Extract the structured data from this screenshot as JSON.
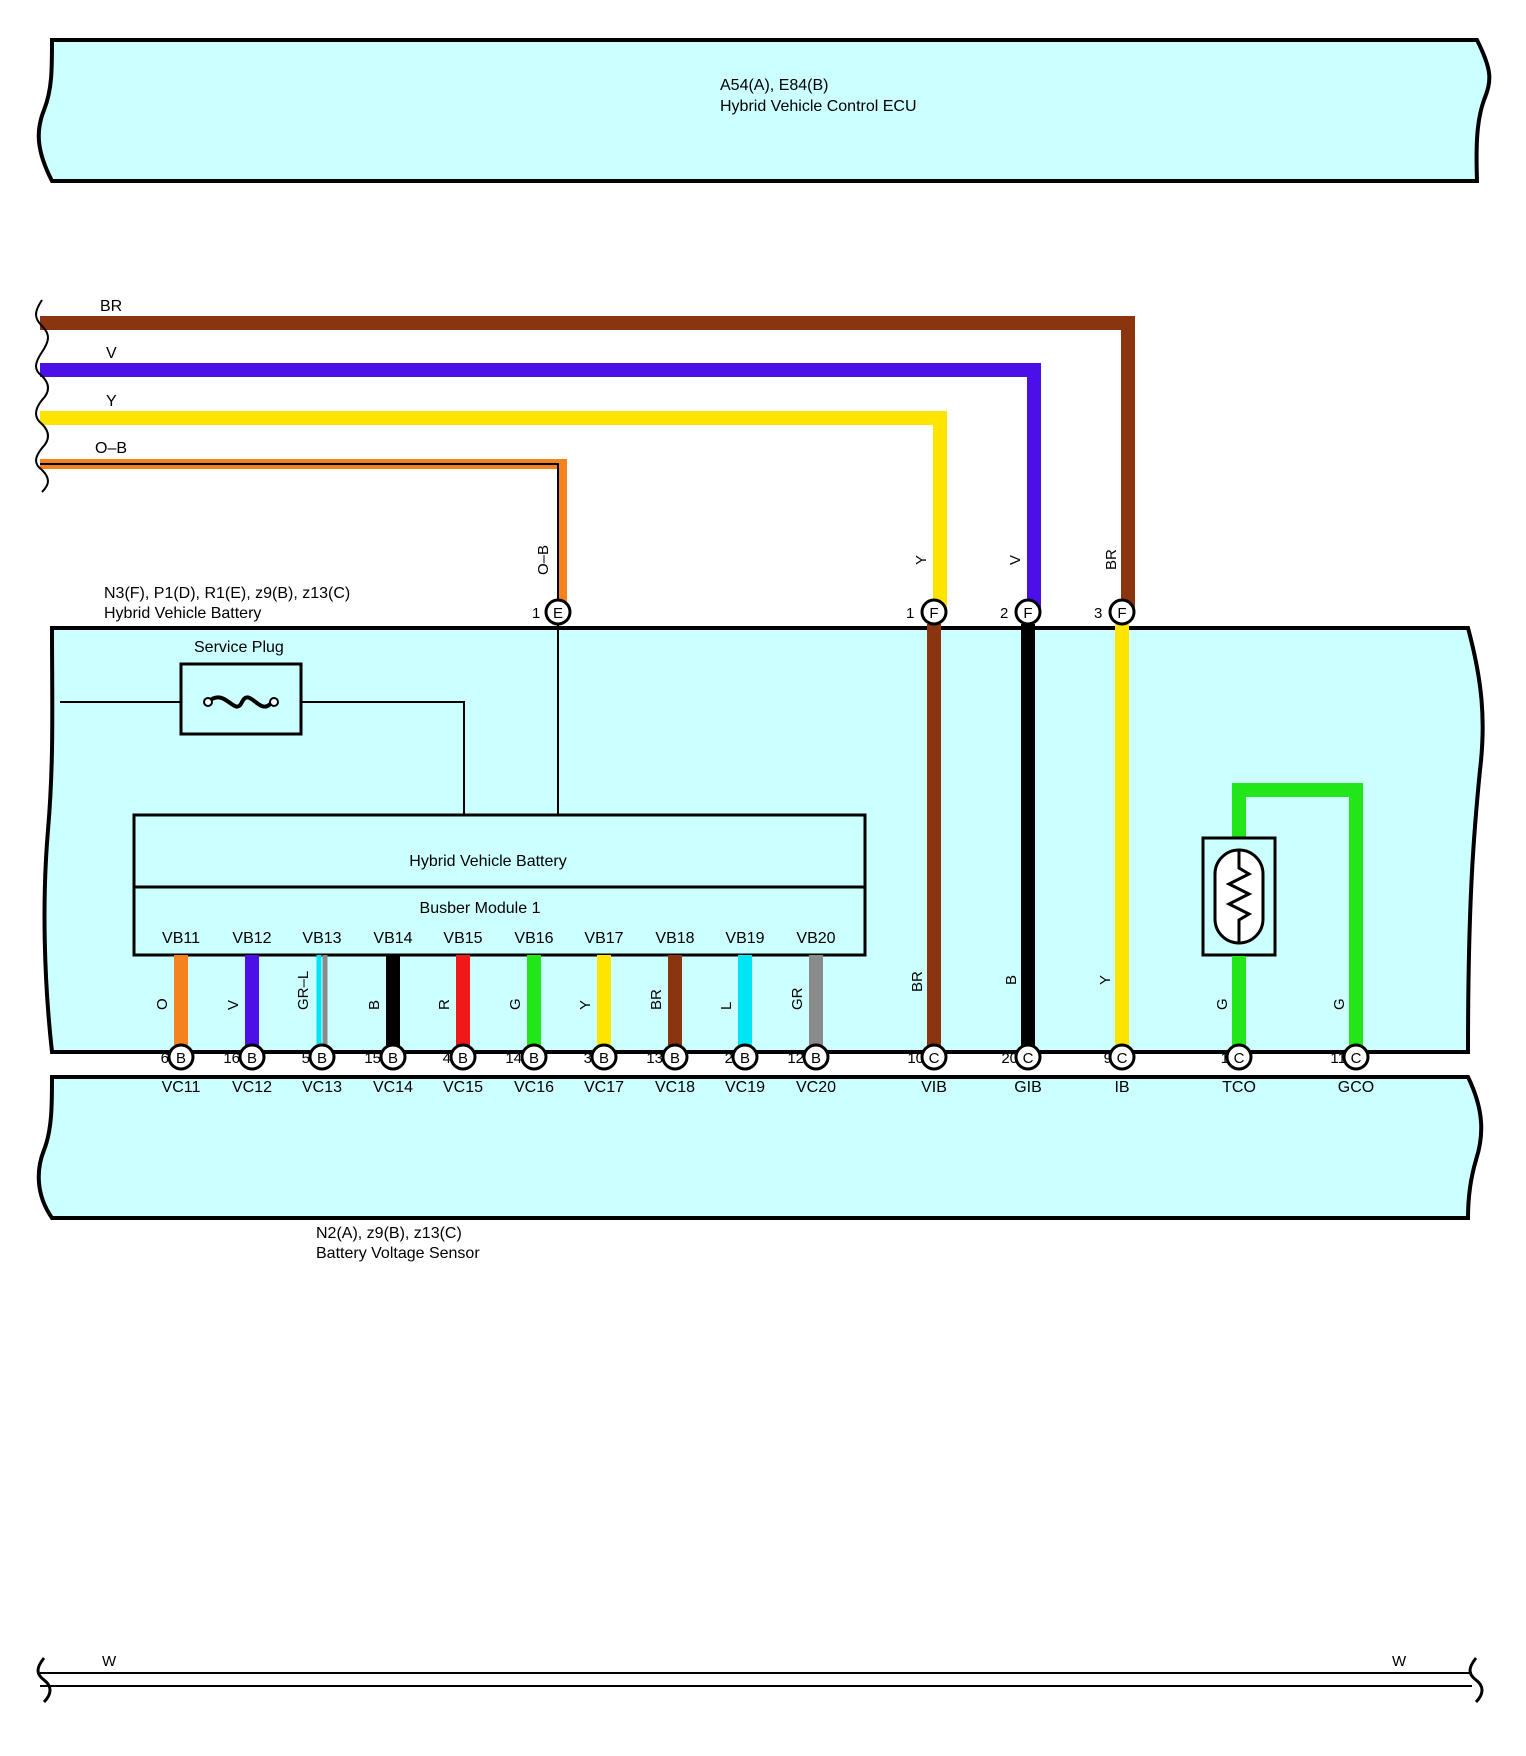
{
  "ecu": {
    "codes": "A54(A), E84(B)",
    "name": "Hybrid Vehicle Control ECU"
  },
  "battery": {
    "codes": "N3(F), P1(D), R1(E), z9(B), z13(C)",
    "name": "Hybrid Vehicle Battery"
  },
  "sensor": {
    "codes": "N2(A), z9(B), z13(C)",
    "name": "Battery Voltage Sensor"
  },
  "service_plug": "Service Plug",
  "battery_block": "Hybrid Vehicle Battery",
  "busbar_block": "Busber Module 1",
  "upper_wires": [
    {
      "label": "BR",
      "color": "#8B3410"
    },
    {
      "label": "V",
      "color": "#4B10E8"
    },
    {
      "label": "Y",
      "color": "#FFE400"
    },
    {
      "label": "O–B",
      "color": "#F5821E"
    }
  ],
  "top_connectors": [
    {
      "pin": "1",
      "conn": "E",
      "color_label": "O–B"
    },
    {
      "pin": "1",
      "conn": "F",
      "color_label": "Y"
    },
    {
      "pin": "2",
      "conn": "F",
      "color_label": "V"
    },
    {
      "pin": "3",
      "conn": "F",
      "color_label": "BR"
    }
  ],
  "inner_wire_labels": [
    "BR",
    "B",
    "Y",
    "G",
    "G"
  ],
  "busbar_terminals": [
    {
      "inner": "VB11",
      "outer": "VC11",
      "pin": "6",
      "conn": "B",
      "color_label": "O",
      "color": "#F5821E"
    },
    {
      "inner": "VB12",
      "outer": "VC12",
      "pin": "16",
      "conn": "B",
      "color_label": "V",
      "color": "#4B10E8"
    },
    {
      "inner": "VB13",
      "outer": "VC13",
      "pin": "5",
      "conn": "B",
      "color_label": "GR–L",
      "color": "#00E5F5"
    },
    {
      "inner": "VB14",
      "outer": "VC14",
      "pin": "15",
      "conn": "B",
      "color_label": "B",
      "color": "#000000"
    },
    {
      "inner": "VB15",
      "outer": "VC15",
      "pin": "4",
      "conn": "B",
      "color_label": "R",
      "color": "#F01818"
    },
    {
      "inner": "VB16",
      "outer": "VC16",
      "pin": "14",
      "conn": "B",
      "color_label": "G",
      "color": "#22E51A"
    },
    {
      "inner": "VB17",
      "outer": "VC17",
      "pin": "3",
      "conn": "B",
      "color_label": "Y",
      "color": "#FFE400"
    },
    {
      "inner": "VB18",
      "outer": "VC18",
      "pin": "13",
      "conn": "B",
      "color_label": "BR",
      "color": "#8B3410"
    },
    {
      "inner": "VB19",
      "outer": "VC19",
      "pin": "2",
      "conn": "B",
      "color_label": "L",
      "color": "#00E5F5"
    },
    {
      "inner": "VB20",
      "outer": "VC20",
      "pin": "12",
      "conn": "B",
      "color_label": "GR",
      "color": "#8A8A8A"
    }
  ],
  "sensor_terminals": [
    {
      "pin": "10",
      "conn": "C",
      "name": "VIB"
    },
    {
      "pin": "20",
      "conn": "C",
      "name": "GIB"
    },
    {
      "pin": "9",
      "conn": "C",
      "name": "IB"
    },
    {
      "pin": "1",
      "conn": "C",
      "name": "TCO"
    },
    {
      "pin": "11",
      "conn": "C",
      "name": "GCO"
    }
  ],
  "bottom_wire": {
    "left_label": "W",
    "right_label": "W"
  },
  "colors": {
    "panel_fill": "#CCFFFF",
    "brown": "#8B3410",
    "violet": "#4B10E8",
    "yellow": "#FFE400",
    "orange": "#F5821E",
    "green": "#22E51A",
    "black": "#000000"
  }
}
